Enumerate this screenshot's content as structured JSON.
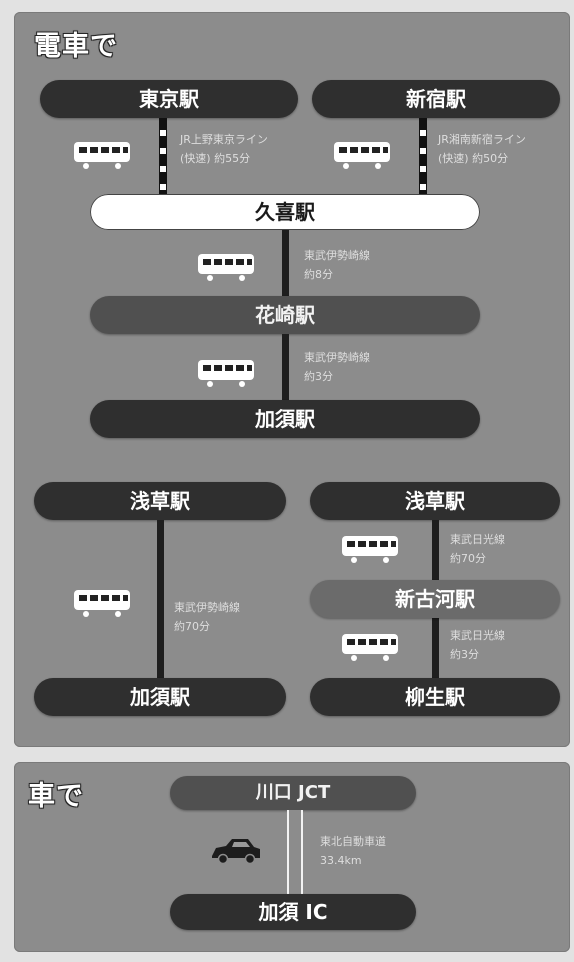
{
  "train": {
    "heading": "電車で",
    "stations": {
      "tokyo": "東京駅",
      "shinjuku": "新宿駅",
      "kuki": "久喜駅",
      "hanasaki": "花崎駅",
      "kazo1": "加須駅",
      "asakusa1": "浅草駅",
      "asakusa2": "浅草駅",
      "shinkoga": "新古河駅",
      "kazo2": "加須駅",
      "yagyu": "柳生駅"
    },
    "routes": {
      "tokyo_kuki": [
        "JR上野東京ライン",
        "(快速) 約55分"
      ],
      "shinjuku_kuki": [
        "JR湘南新宿ライン",
        "(快速) 約50分"
      ],
      "kuki_hanasaki": [
        "東武伊勢崎線",
        "約8分"
      ],
      "hanasaki_kazo": [
        "東武伊勢崎線",
        "約3分"
      ],
      "asakusa_kazo": [
        "東武伊勢崎線",
        "約70分"
      ],
      "asakusa_shinkoga": [
        "東武日光線",
        "約70分"
      ],
      "shinkoga_yagyu": [
        "東武日光線",
        "約3分"
      ]
    }
  },
  "car": {
    "heading": "車で",
    "from": "川口 JCT",
    "to": "加須 IC",
    "route": [
      "東北自動車道",
      "33.4km"
    ]
  },
  "icons": [
    "train-icon",
    "car-icon"
  ]
}
